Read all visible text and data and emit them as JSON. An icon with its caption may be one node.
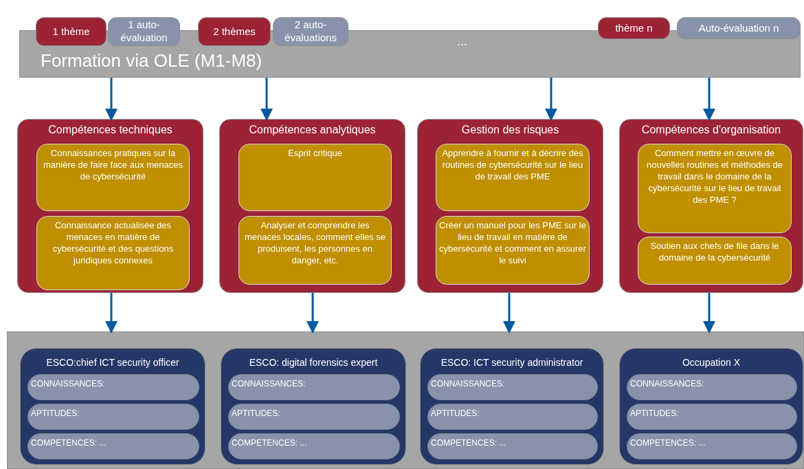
{
  "diagram": {
    "nodes": [
      {
        "text": [
          "Formation via OLE (M1-M8)",
          "..."
        ]
      },
      {
        "text": [
          "1 thème"
        ]
      },
      {
        "text": [
          "1 auto-évaluation"
        ]
      },
      {
        "text": [
          "2 thèmes"
        ]
      },
      {
        "text": [
          "2 auto-évaluations"
        ]
      },
      {
        "text": [
          "thème n"
        ]
      },
      {
        "text": [
          "Auto-évaluation n"
        ]
      },
      {
        "text": [
          "Compétences techniques"
        ]
      },
      {
        "text": [
          "Connaissances pratiques sur la manière de faire face aux menaces de cybersécurité"
        ],
        "in": 7
      },
      {
        "text": [
          "Connaissance actualisée des menaces en matière de cybersécurité et des questions juridiques connexes"
        ],
        "in": 7
      },
      {
        "text": [
          "Compétences analytiques"
        ]
      },
      {
        "text": [
          "Esprit critique"
        ],
        "in": 10
      },
      {
        "text": [
          "Analyser et comprendre les menaces locales, comment elles se produisent, les personnes en danger, etc."
        ],
        "in": 10
      },
      {
        "text": [
          "Gestion des risques"
        ]
      },
      {
        "text": [
          "Apprendre à fournir et à décrire des routines de cybersécurité sur le lieu de travail des PME"
        ],
        "in": 13
      },
      {
        "text": [
          "Créer un manuel pour les PME sur le lieu de travail en matière de cybersécurité et comment en assurer le suivi"
        ],
        "in": 13
      },
      {
        "text": [
          "Compétences d'organisation"
        ]
      },
      {
        "text": [
          "Comment mettre en œuvre de nouvelles routines et méthodes de travail dans le domaine de la cybersécurité sur le lieu de travail des PME ?"
        ],
        "in": 16
      },
      {
        "text": [
          "Soutien aux chefs de file dans le domaine de la cybersécurité"
        ],
        "in": 16
      },
      {
        "text": [],
        "shape": "box"
      },
      {
        "text": [
          "ESCO:chief ICT security officer"
        ],
        "in": 19
      },
      {
        "text": [
          "CONNAISSANCES:"
        ],
        "in": 20
      },
      {
        "text": [
          "APTITUDES:"
        ],
        "in": 20
      },
      {
        "text": [
          "COMPETENCES: ..."
        ],
        "in": 20
      },
      {
        "text": [
          "ESCO: digital forensics expert"
        ],
        "in": 19
      },
      {
        "text": [
          "CONNAISSANCES:"
        ],
        "in": 24
      },
      {
        "text": [
          "APTITUDES:"
        ],
        "in": 24
      },
      {
        "text": [
          "COMPETENCES: ..."
        ],
        "in": 24
      },
      {
        "text": [
          "ESCO: ICT security administrator"
        ],
        "in": 19
      },
      {
        "text": [
          "CONNAISSANCES:"
        ],
        "in": 28
      },
      {
        "text": [
          "APTITUDES:"
        ],
        "in": 28
      },
      {
        "text": [
          "COMPETENCES: ..."
        ],
        "in": 28
      },
      {
        "text": [
          "Occupation X"
        ],
        "in": 19
      },
      {
        "text": [
          "CONNAISSANCES:"
        ],
        "in": 32
      },
      {
        "text": [
          "APTITUDES:"
        ],
        "in": 32
      },
      {
        "text": [
          "COMPETENCES: ..."
        ],
        "in": 32
      }
    ],
    "edges": [
      {
        "from": 0,
        "to": 7,
        "arrow": "to"
      },
      {
        "from": 0,
        "to": 10,
        "arrow": "to"
      },
      {
        "from": 0,
        "to": 13,
        "arrow": "to"
      },
      {
        "from": 0,
        "to": 16,
        "arrow": "to"
      },
      {
        "from": 7,
        "to": 19,
        "arrow": "to"
      },
      {
        "from": 10,
        "to": 19,
        "arrow": "to"
      },
      {
        "from": 13,
        "to": 19,
        "arrow": "to"
      },
      {
        "from": 16,
        "to": 19,
        "arrow": "to"
      }
    ]
  }
}
